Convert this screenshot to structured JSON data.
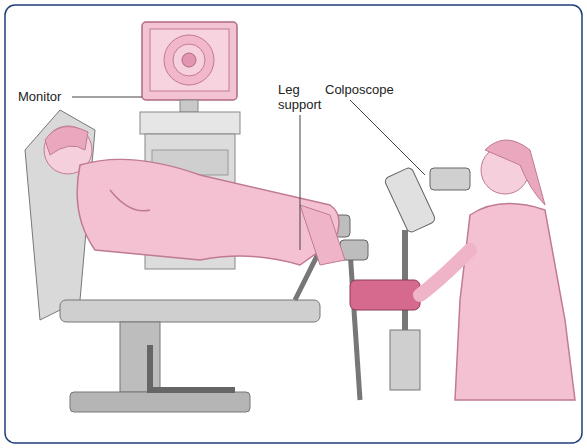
{
  "diagram": {
    "labels": [
      "Monitor",
      "Leg support",
      "Colposcope"
    ]
  }
}
